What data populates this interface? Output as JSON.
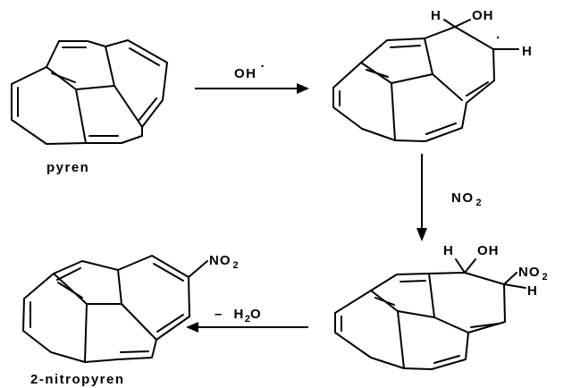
{
  "molecules": {
    "pyrene": {
      "caption": "pyren"
    },
    "radical_adduct": {
      "atom_H1": "H",
      "atom_OH": "OH",
      "radical_dot": "·",
      "atom_H2": "H"
    },
    "nitro_adduct": {
      "atom_H1": "H",
      "atom_OH": "OH",
      "atom_NO2": "NO",
      "atom_NO2_sub": "2",
      "atom_H2": "H"
    },
    "nitropyrene": {
      "caption": "2-nitropyren",
      "atom_NO2": "NO",
      "atom_NO2_sub": "2"
    }
  },
  "steps": {
    "hydroxyl_addition": {
      "reagent": "OH",
      "reagent_dot": "·"
    },
    "nitration": {
      "reagent": "NO",
      "reagent_sub": "2"
    },
    "dehydration": {
      "reagent_prefix": "– ",
      "reagent_main": "H",
      "reagent_sub": "2",
      "reagent_end": "O"
    }
  }
}
